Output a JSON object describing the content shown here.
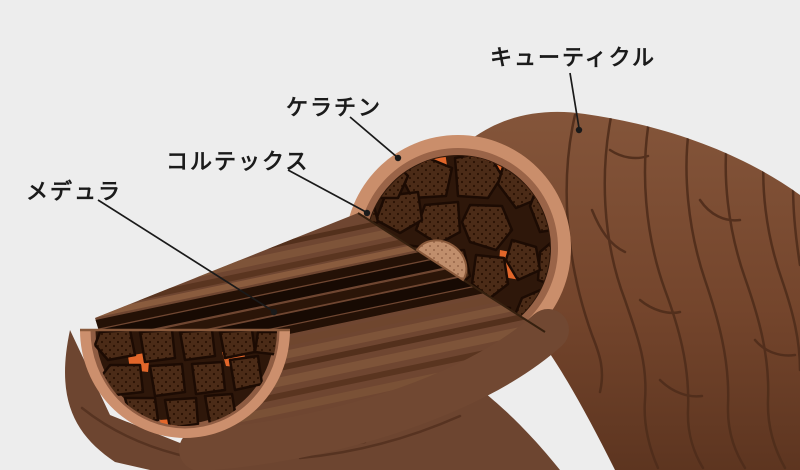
{
  "background_color": "#ededed",
  "labels": {
    "cuticle": "キューティクル",
    "keratin": "ケラチン",
    "cortex": "コルテックス",
    "medulla": "メデュラ"
  },
  "colors": {
    "hair_surface": "#7a4a32",
    "hair_surface_dark": "#5d3520",
    "cuticle_rim": "#ca8e6b",
    "cuticle_rim_inner": "#9a6448",
    "cortex_cell": "#4b2b17",
    "cell_gap_orange": "#e2662a",
    "medulla_dark": "#1a0c04",
    "fiber_brown": "#7e5439",
    "medulla_cap": "#c08e6c",
    "label_text": "#1b1b1b",
    "leader_line": "#1a1a1a"
  }
}
